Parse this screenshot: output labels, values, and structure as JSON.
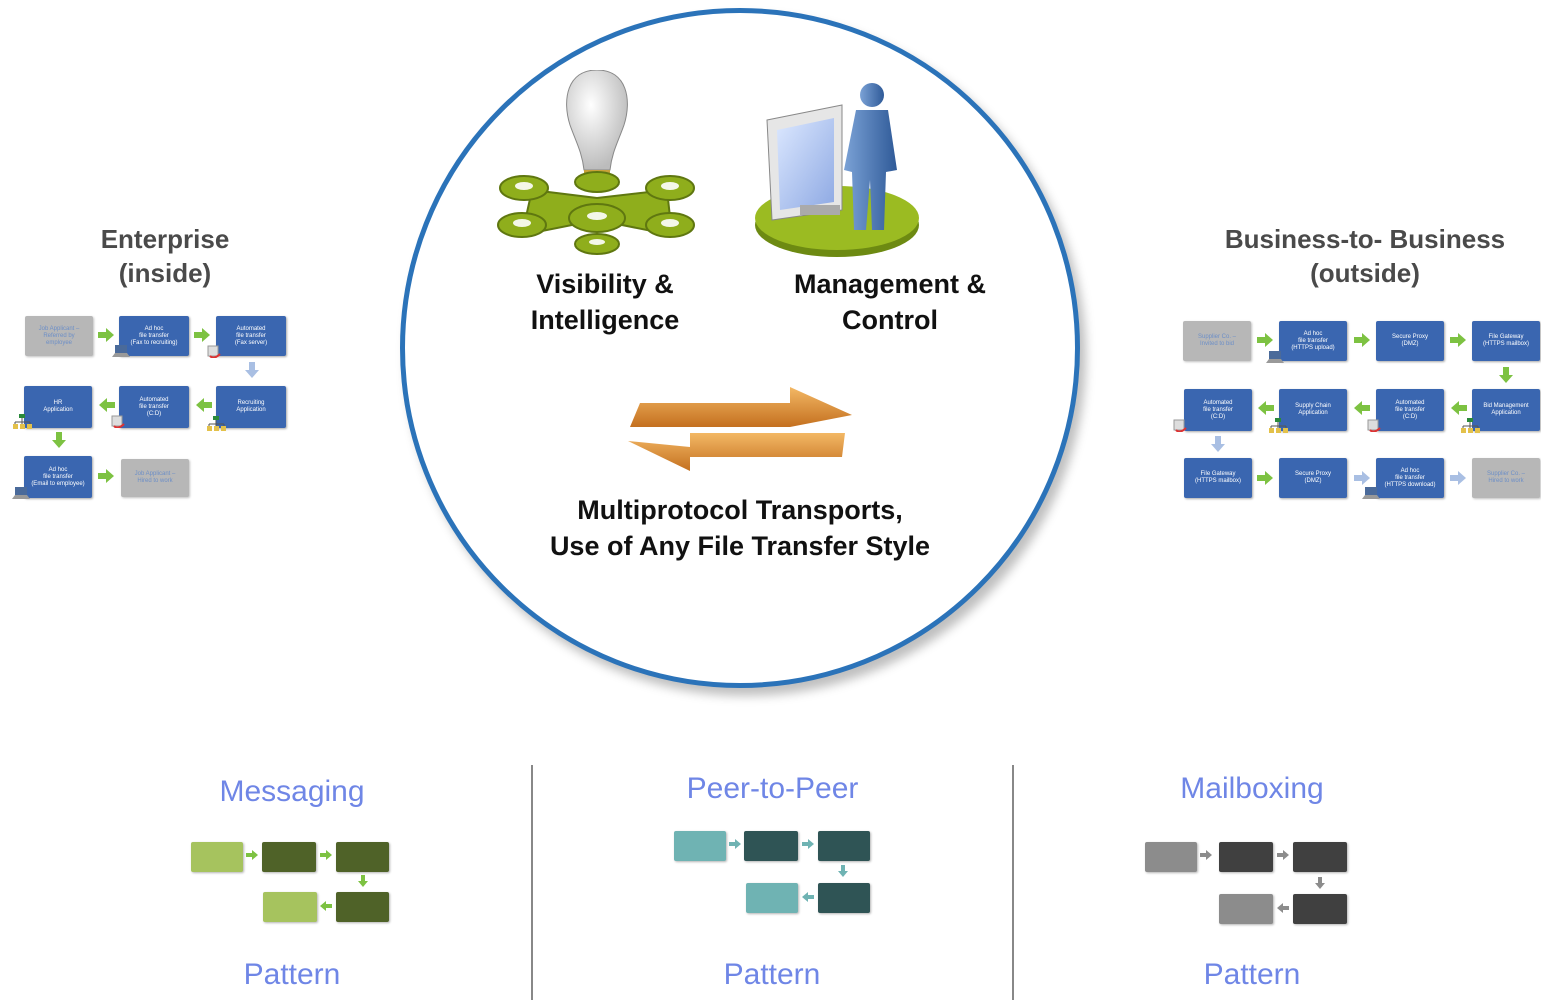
{
  "enterprise": {
    "title": "Enterprise\n(inside)",
    "steps": [
      "Job Applicant –\nReferred by\nemployee",
      "Ad hoc\nfile transfer\n(Fax to recruiting)",
      "Automated\nfile transfer\n(Fax server)",
      "Recruiting\nApplication",
      "Automated\nfile transfer\n(C:D)",
      "HR\nApplication",
      "Ad hoc\nfile transfer\n(Email to employee)",
      "Job Applicant –\nHired to work"
    ]
  },
  "b2b": {
    "title": "Business-to- Business\n(outside)",
    "steps": [
      "Supplier Co. –\nInvited to bid",
      "Ad hoc\nfile transfer\n(HTTPS upload)",
      "Secure Proxy\n(DMZ)",
      "File Gateway\n(HTTPS mailbox)",
      "Bid Management\nApplication",
      "Automated\nfile transfer\n(C:D)",
      "Supply Chain\nApplication",
      "Automated\nfile transfer\n(C:D)",
      "File Gateway\n(HTTPS mailbox)",
      "Secure Proxy\n(DMZ)",
      "Ad hoc\nfile transfer\n(HTTPS download)",
      "Supplier Co. –\nHired to work"
    ]
  },
  "center": {
    "visibility": "Visibility &\nIntelligence",
    "management": "Management &\nControl",
    "transports": "Multiprotocol Transports,\nUse of Any File Transfer Style"
  },
  "patterns": [
    {
      "title": "Messaging",
      "footer": "Pattern",
      "color_light": "#9bbb59",
      "color_dark": "#4f6228"
    },
    {
      "title": "Peer-to-Peer",
      "footer": "Pattern",
      "color_light": "#6fb3b3",
      "color_dark": "#2f5455"
    },
    {
      "title": "Mailboxing",
      "footer": "Pattern",
      "color_light": "#8c8c8c",
      "color_dark": "#404040"
    }
  ],
  "colors": {
    "circle_border": "#2b73b9",
    "flow_box": "#3a66b0",
    "flow_arrow": "#7dc242",
    "transport_arrow": "#e0913a",
    "pattern_text": "#6f86e6"
  },
  "icons": [
    "lightbulb-network-icon",
    "monitor-user-icon",
    "bidirectional-arrows-icon"
  ]
}
